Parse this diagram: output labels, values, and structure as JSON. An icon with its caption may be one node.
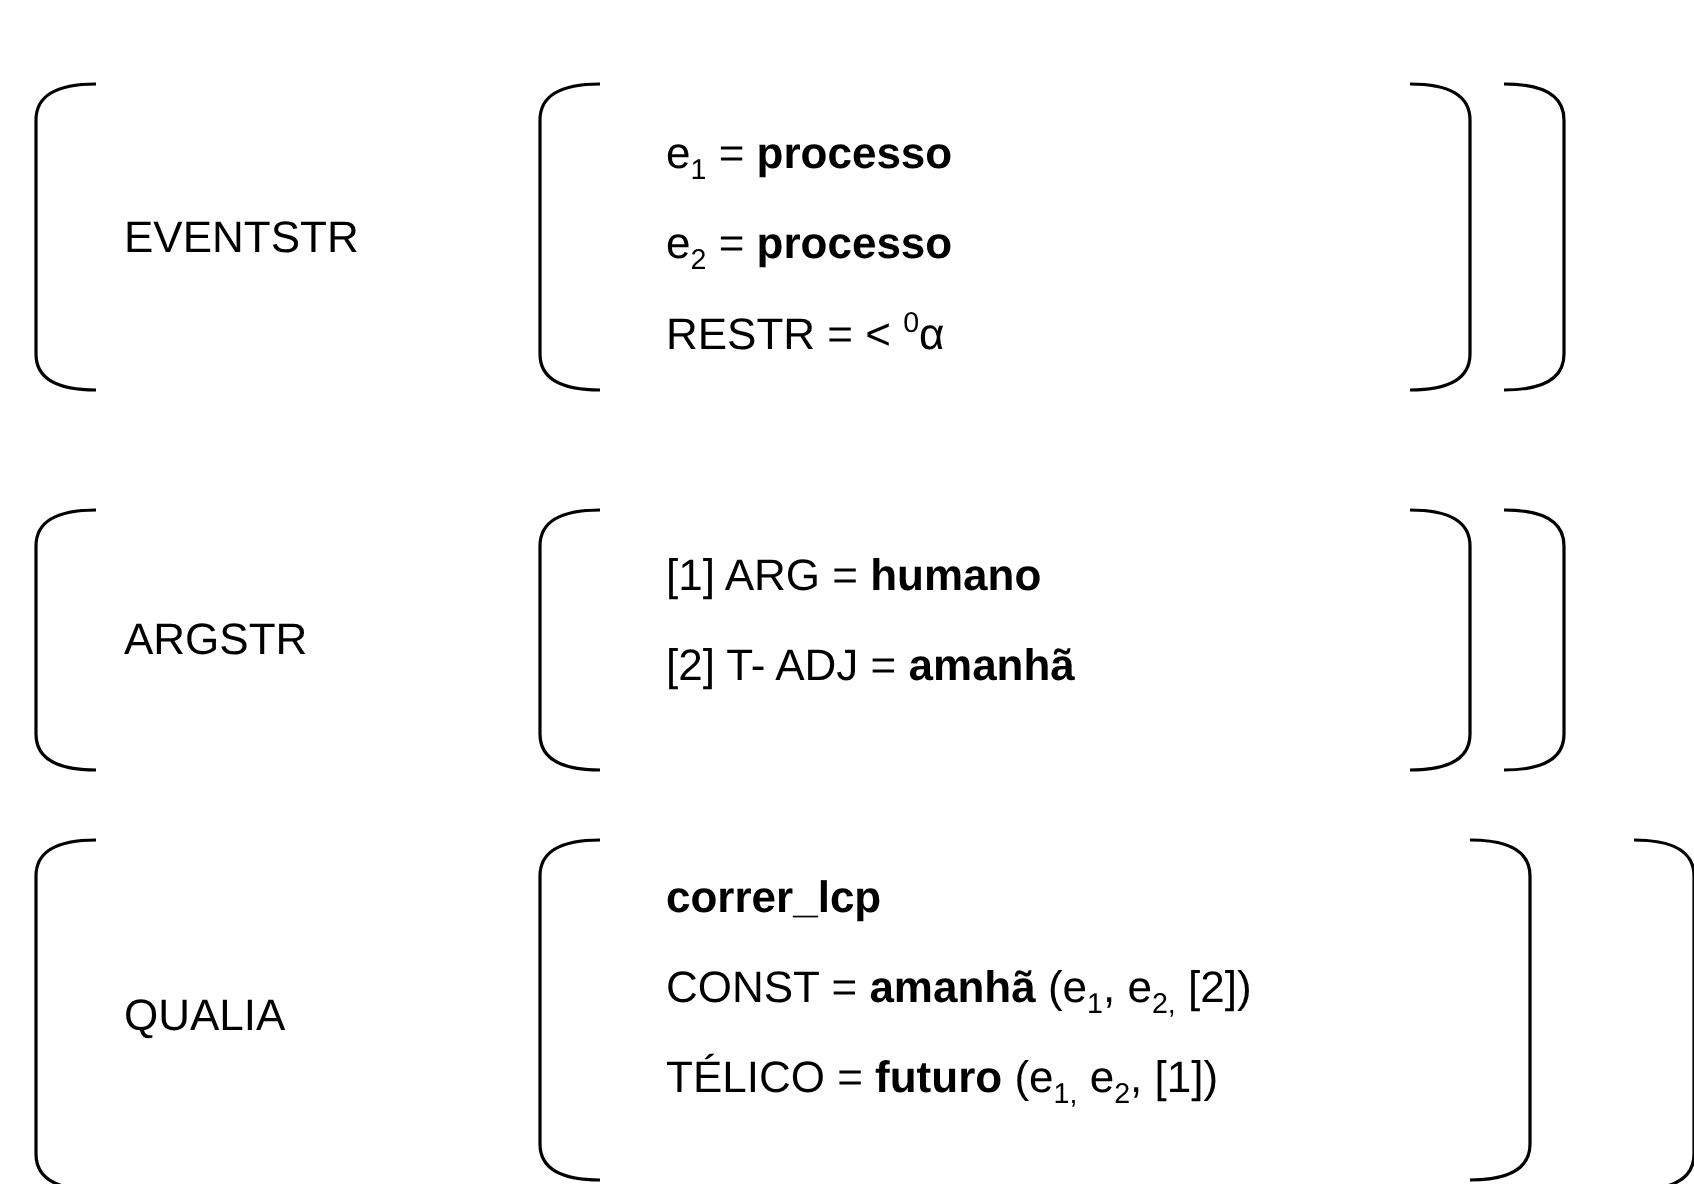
{
  "diagram": {
    "nodes": [
      {
        "text": [
          "EVENTSTR"
        ]
      },
      {
        "text": [
          "e$_{1}$ = **processo**",
          "e$_{2}$ = **processo**",
          "RESTR = < $^{0}$α"
        ],
        "in": 0
      },
      {
        "text": [
          "ARGSTR"
        ]
      },
      {
        "text": [
          "[1] ARG = **humano**",
          "[2] T- ADJ = **amanhã**"
        ],
        "in": 2
      },
      {
        "text": [
          "QUALIA"
        ]
      },
      {
        "text": [
          "**correr_lcp**",
          "CONST = **amanhã** (e$_{1}$, e$_{2,}$ [2])",
          "TÉLICO = **futuro** (e$_{1,}$ e$_{2}$, [1])"
        ],
        "in": 4
      }
    ],
    "edges": []
  }
}
